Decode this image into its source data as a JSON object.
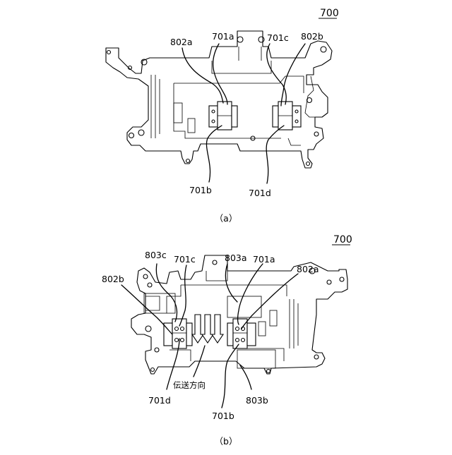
{
  "figure_a": {
    "ref": "700",
    "caption": "（a）",
    "labels": {
      "l802a": "802a",
      "l701a": "701a",
      "l701c": "701c",
      "l802b": "802b",
      "l701b": "701b",
      "l701d": "701d"
    }
  },
  "figure_b": {
    "ref": "700",
    "caption": "（b）",
    "labels": {
      "l803c": "803c",
      "l701c": "701c",
      "l803a": "803a",
      "l701a": "701a",
      "l802b": "802b",
      "l802a": "802a",
      "l701d": "701d",
      "l701b": "701b",
      "l803b": "803b",
      "direction": "伝送方向"
    }
  }
}
